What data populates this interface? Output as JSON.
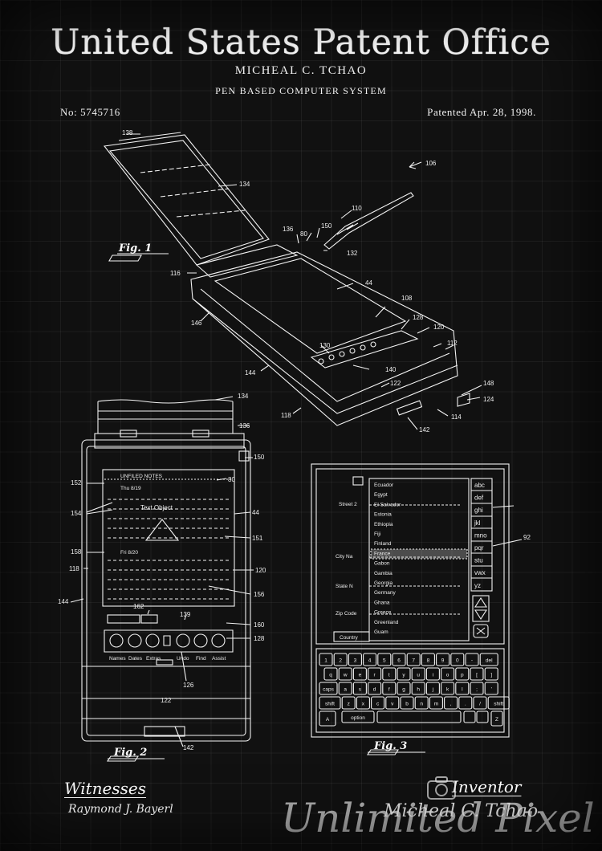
{
  "header": {
    "title": "United States Patent Office",
    "inventor": "MICHEAL C. TCHAO",
    "subject": "PEN BASED COMPUTER SYSTEM",
    "patent_no": "No: 5745716",
    "patent_date": "Patented Apr. 28, 1998."
  },
  "figures": {
    "fig1": "Fig. 1",
    "fig2": "Fig. 2",
    "fig3": "Fig. 3"
  },
  "fig1_labels": [
    "106",
    "138",
    "134",
    "110",
    "136",
    "80",
    "150",
    "132",
    "116",
    "44",
    "108",
    "146",
    "128",
    "120",
    "112",
    "130",
    "140",
    "144",
    "122",
    "148",
    "124",
    "114",
    "118",
    "142"
  ],
  "fig2_labels": [
    "134",
    "136",
    "150",
    "152",
    "80",
    "154",
    "44",
    "151",
    "158",
    "118",
    "120",
    "156",
    "144",
    "162",
    "139",
    "160",
    "128",
    "126",
    "122",
    "142"
  ],
  "fig2_screen": {
    "header": "UNFILED NOTES",
    "note1": "Thu 8/19",
    "object_text": "Text Object",
    "note2": "Fri 8/20",
    "buttons": [
      "Names",
      "Dates",
      "Extras",
      "Undo",
      "Find",
      "Assist"
    ]
  },
  "fig3_form": {
    "street": "Street 2",
    "city": "City Na",
    "state": "State N",
    "zip": "Zip Code",
    "country": "Country",
    "countries": [
      "Ecuador",
      "Egypt",
      "El Salvador",
      "Estonia",
      "Ethiopia",
      "Fiji",
      "Finland",
      "France",
      "Gabon",
      "Gambia",
      "Georgia",
      "Germany",
      "Ghana",
      "Greece",
      "Greenland",
      "Guam"
    ],
    "alpha_index": [
      "abc",
      "def",
      "ghi",
      "jkl",
      "mno",
      "pqr",
      "stu",
      "vwx",
      "yz"
    ],
    "callout": "92"
  },
  "keyboard": {
    "row1": [
      "1",
      "2",
      "3",
      "4",
      "5",
      "6",
      "7",
      "8",
      "9",
      "0",
      "-",
      "del"
    ],
    "row2": [
      "q",
      "w",
      "e",
      "r",
      "t",
      "y",
      "u",
      "i",
      "o",
      "p",
      "[",
      "]"
    ],
    "row3": [
      "caps",
      "a",
      "s",
      "d",
      "f",
      "g",
      "h",
      "j",
      "k",
      "l",
      ";",
      "'"
    ],
    "row4": [
      "shift",
      "z",
      "x",
      "c",
      "v",
      "b",
      "n",
      "m",
      ",",
      ".",
      "/",
      "shift"
    ],
    "row5": [
      "A",
      "option",
      "",
      "",
      "",
      "",
      "Z"
    ]
  },
  "footer": {
    "witnesses_label": "Witnesses",
    "witness_name": "Raymond J. Bayerl",
    "inventor_label": "Inventor",
    "inventor_signature": "Micheal C. Tchao",
    "watermark": "Unlimited Pixel"
  },
  "colors": {
    "background": "#111111",
    "ink": "#f2f2f2"
  }
}
